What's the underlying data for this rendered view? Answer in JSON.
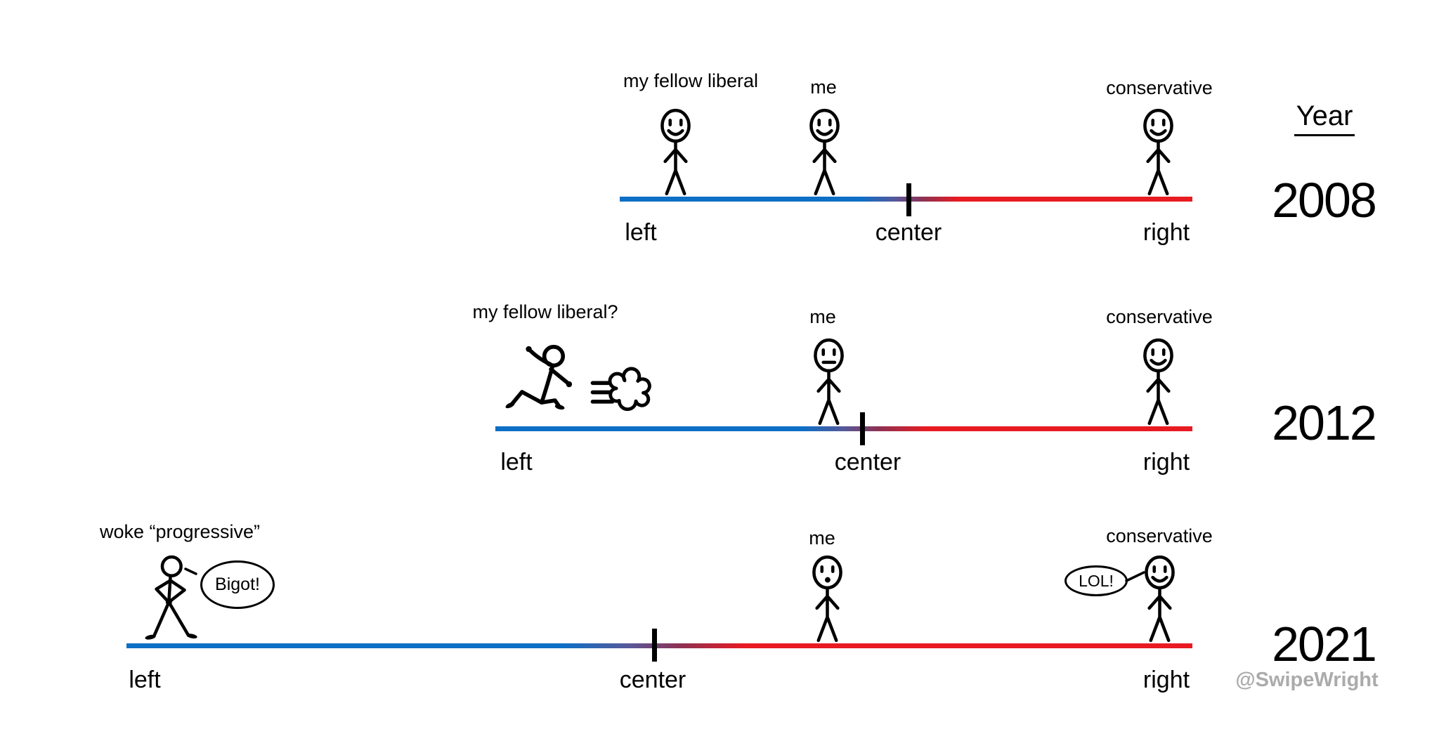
{
  "year_column": {
    "header": "Year"
  },
  "watermark": "@SwipeWright",
  "colors": {
    "spectrum_blue": "#0D6FC5",
    "spectrum_mid_purple": "#713A70",
    "spectrum_red": "#E81B22",
    "tick": "#000000",
    "watermark_gray": "#ABABAB",
    "background": "#FFFFFF"
  },
  "rows": [
    {
      "year": "2008",
      "axis_labels": {
        "left": "left",
        "center": "center",
        "right": "right"
      },
      "figures": {
        "liberal": {
          "label": "my fellow liberal",
          "expression": "smiling",
          "position_pct": 10
        },
        "me": {
          "label": "me",
          "expression": "smiling",
          "position_pct": 36
        },
        "conservative": {
          "label": "conservative",
          "expression": "smiling",
          "position_pct": 94
        }
      }
    },
    {
      "year": "2012",
      "axis_labels": {
        "left": "left",
        "center": "center",
        "right": "right"
      },
      "figures": {
        "liberal": {
          "label": "my fellow liberal?",
          "pose": "running away leftward with dust cloud",
          "position_pct": 8
        },
        "me": {
          "label": "me",
          "expression": "neutral",
          "position_pct": 48
        },
        "conservative": {
          "label": "conservative",
          "expression": "smiling",
          "position_pct": 95
        }
      }
    },
    {
      "year": "2021",
      "axis_labels": {
        "left": "left",
        "center": "center",
        "right": "right"
      },
      "figures": {
        "progressive": {
          "label": "woke “progressive”",
          "pose": "hands on hips, scolding",
          "speech": "Bigot!",
          "position_pct": 4
        },
        "me": {
          "label": "me",
          "expression": "surprised",
          "position_pct": 66
        },
        "conservative": {
          "label": "conservative",
          "expression": "smiling",
          "speech": "LOL!",
          "position_pct": 97
        }
      }
    }
  ]
}
